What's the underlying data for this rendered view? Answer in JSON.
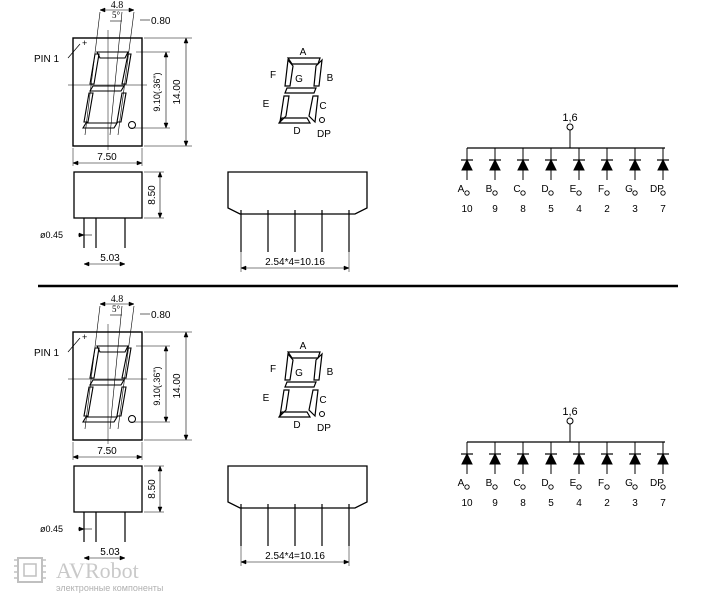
{
  "panels": [
    {
      "front": {
        "pin1": "PIN 1",
        "top_width": "4.8",
        "angle": "5°",
        "slant": "0.80",
        "height": "14.00",
        "digit_height": "9.10(.36\")",
        "width": "7.50"
      },
      "segments": {
        "a": "A",
        "b": "B",
        "c": "C",
        "d": "D",
        "e": "E",
        "f": "F",
        "g": "G",
        "dp": "DP"
      },
      "side": {
        "depth": "8.50",
        "pin_dia": "ø0.45",
        "pin_offset": "5.03"
      },
      "bottom": {
        "pitch": "2.54*4=10.16"
      },
      "schematic": {
        "common": "1,6",
        "anodes": [
          "A",
          "B",
          "C",
          "D",
          "E",
          "F",
          "G",
          "DP"
        ],
        "pins": [
          "10",
          "9",
          "8",
          "5",
          "4",
          "2",
          "3",
          "7"
        ]
      }
    },
    {
      "front": {
        "pin1": "PIN 1",
        "top_width": "4.8",
        "angle": "5°",
        "slant": "0.80",
        "height": "14.00",
        "digit_height": "9.10(.36\")",
        "width": "7.50"
      },
      "segments": {
        "a": "A",
        "b": "B",
        "c": "C",
        "d": "D",
        "e": "E",
        "f": "F",
        "g": "G",
        "dp": "DP"
      },
      "side": {
        "depth": "8.50",
        "pin_dia": "ø0.45",
        "pin_offset": "5.03"
      },
      "bottom": {
        "pitch": "2.54*4=10.16"
      },
      "schematic": {
        "common": "1,6",
        "anodes": [
          "A",
          "B",
          "C",
          "D",
          "E",
          "F",
          "G",
          "DP"
        ],
        "pins": [
          "10",
          "9",
          "8",
          "5",
          "4",
          "2",
          "3",
          "7"
        ]
      }
    }
  ],
  "watermark": {
    "brand": "AVRobot",
    "tagline": "электронные компоненты"
  }
}
